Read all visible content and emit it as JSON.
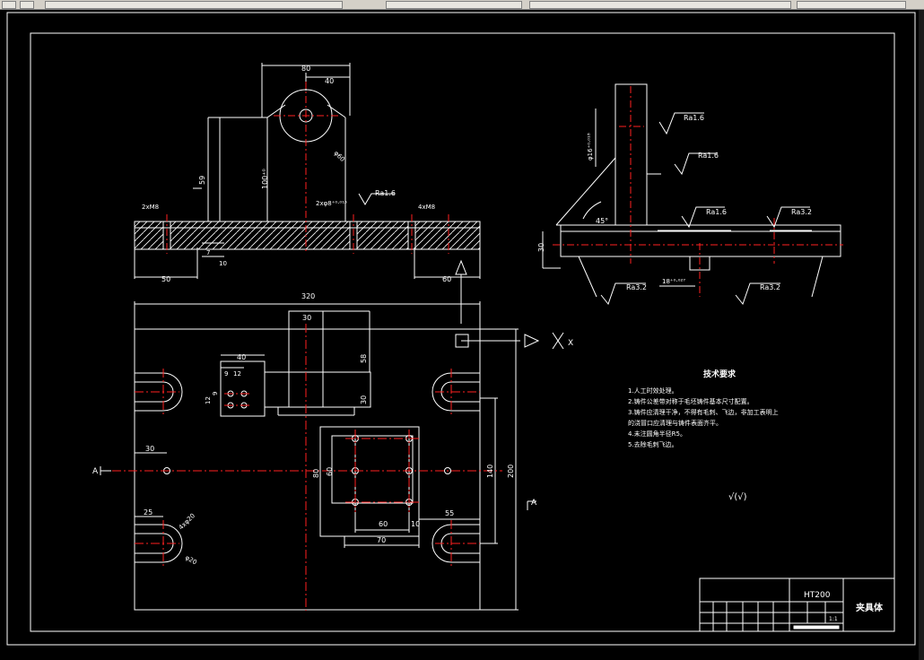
{
  "drawing": {
    "dims_front": {
      "w80": "80",
      "w40": "40",
      "h59": "59",
      "h100": "100⁺⁰",
      "phi60": "φ60",
      "m6_left": "2xM8",
      "m6_right": "4xM8",
      "hole_tol": "2xφ8⁺⁰·⁰¹⁵",
      "ra16": "Ra1.6",
      "t7": "7",
      "t10": "10",
      "w50": "50",
      "w60": "60"
    },
    "dims_side": {
      "ra16_a": "Ra1.6",
      "ra16_b": "Ra1.6",
      "ra16_c": "Ra1.6",
      "ra32_a": "Ra3.2",
      "ra32_b": "Ra3.2",
      "ra32_c": "Ra3.2",
      "angle": "45°",
      "h30": "30",
      "vert_tol": "φ16⁺⁰·⁰¹⁸",
      "hole_tol": "18⁺⁰·⁰²⁷"
    },
    "dims_plan": {
      "w320": "320",
      "w30": "30",
      "w40": "40",
      "h9": "9",
      "h12": "12",
      "h12b": "12",
      "h9b": "9",
      "h58": "58",
      "h30": "30",
      "w30b": "30",
      "w25": "25",
      "m20": "4xφ20",
      "phi20": "φ20",
      "h140": "140",
      "h200": "200",
      "h80": "80",
      "h60": "60",
      "w60": "60",
      "w10": "10",
      "w55": "55",
      "w70": "70"
    },
    "section_a": "A",
    "section_a2": "A",
    "axis_x": "X",
    "tech_req": {
      "title": "技术要求",
      "items": [
        "1.人工时效处理。",
        "2.铸件公差带对称于毛坯铸件基本尺寸配置。",
        "3.铸件应清理干净，不得有毛刺、飞边，非加工表明上",
        "的浇冒口应清理与铸件表面齐平。",
        "4.未注圆角半径R5。",
        "5.去除毛刺飞边。"
      ],
      "rough_symbol": "√(√)"
    },
    "title_block": {
      "material": "HT200",
      "name": "夹具体",
      "scale": "1:1"
    }
  },
  "colors": {
    "line": "#ffffff",
    "center": "#ff2020",
    "hatch": "#ffffff"
  }
}
